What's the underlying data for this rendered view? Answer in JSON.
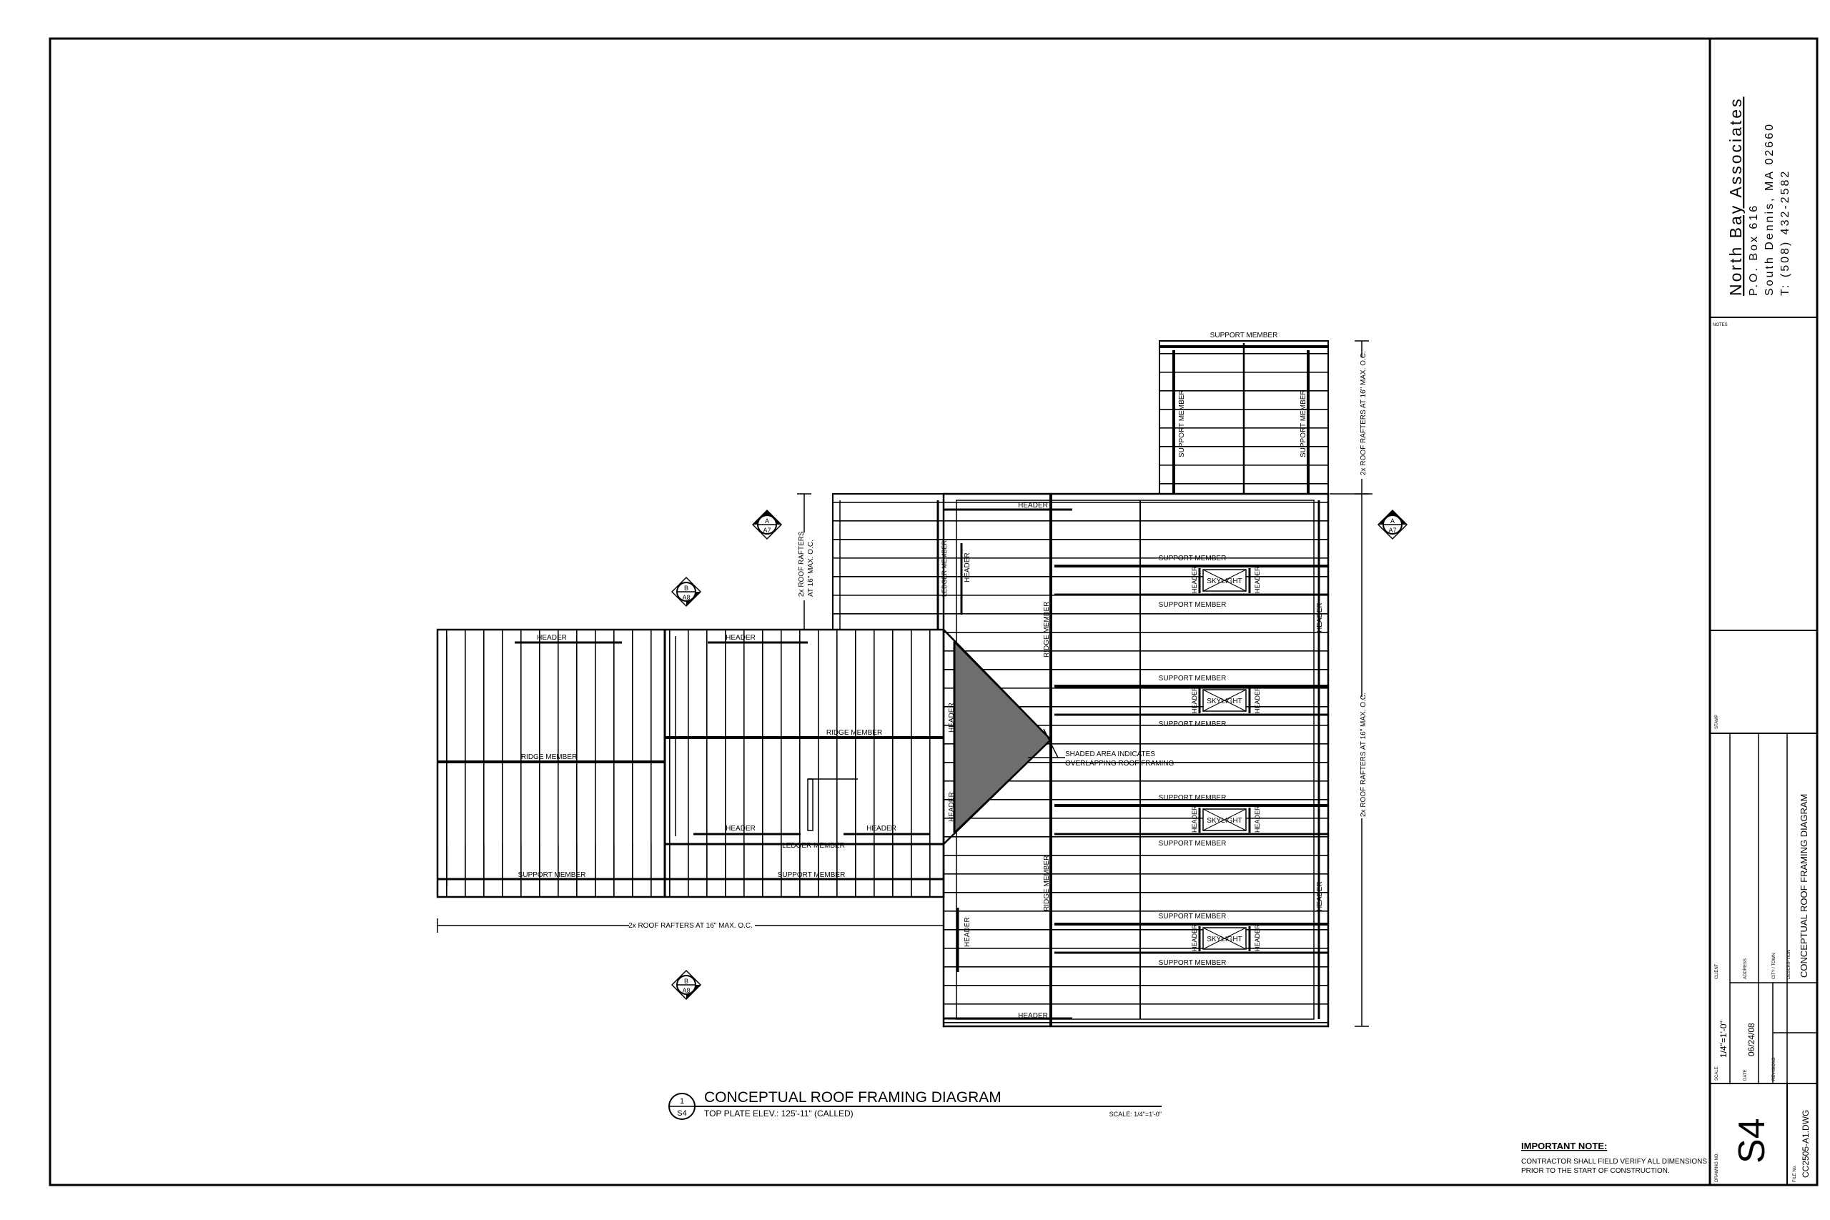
{
  "title_block": {
    "firm_name": "North Bay Associates",
    "address_line1": "P.O. Box 616",
    "address_line2": "South Dennis, MA 02660",
    "phone": "T: (508) 432-2582",
    "notes_label": "NOTES",
    "stamp_label": "STAMP",
    "client_label": "CLIENT",
    "address_label": "ADDRESS",
    "city_label": "CITY / TOWN",
    "description_label": "DESCRIPTION",
    "description": "CONCEPTUAL ROOF FRAMING DIAGRAM",
    "scale_label": "SCALE",
    "scale": "1/4\"=1'-0\"",
    "date_label": "DATE",
    "date": "06/24/08",
    "revisions_label": "REVISIONS",
    "drawing_no_label": "DRAWING NO.",
    "drawing_no": "S4",
    "file_no_label": "FILE No.",
    "file_no": "CC2505-A1.DWG"
  },
  "drawing": {
    "title": "CONCEPTUAL ROOF FRAMING DIAGRAM",
    "subtitle": "TOP PLATE ELEV.: 125'-11\" (CALLED)",
    "scale": "SCALE: 1/4\"=1'-0\"",
    "detail_number": "1",
    "detail_sheet": "S4"
  },
  "important_note": {
    "heading": "IMPORTANT NOTE:",
    "line1": "CONTRACTOR SHALL FIELD VERIFY ALL DIMENSIONS",
    "line2": "PRIOR TO THE START OF CONSTRUCTION."
  },
  "labels": {
    "support_member": "SUPPORT MEMBER",
    "header": "HEADER",
    "ridge_member": "RIDGE MEMBER",
    "ledger_member": "LEDGER MEMBER",
    "skylight": "SKYLIGHT",
    "rafters_16": "2x ROOF RAFTERS AT 16\" MAX. O.C.",
    "rafters_line1": "2x ROOF RAFTERS",
    "rafters_line2": "AT 16\" MAX. O.C.",
    "shaded_line1": "SHADED AREA INDICATES",
    "shaded_line2": "OVERLAPPING ROOF FRAMING"
  },
  "section_markers": {
    "a_letter": "A",
    "a_sheet": "A7",
    "b_letter": "B",
    "b_sheet": "A8"
  }
}
